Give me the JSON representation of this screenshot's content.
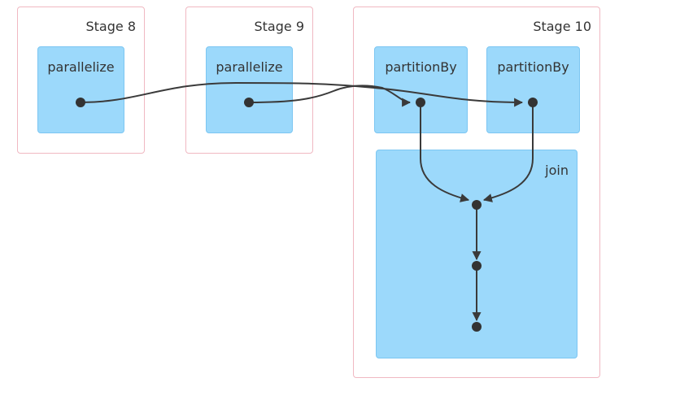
{
  "stages": [
    {
      "label": "Stage 8",
      "operations": [
        "parallelize"
      ]
    },
    {
      "label": "Stage 9",
      "operations": [
        "parallelize"
      ]
    },
    {
      "label": "Stage 10",
      "operations": [
        "partitionBy",
        "partitionBy",
        "join"
      ]
    }
  ],
  "colors": {
    "stage_border": "#f0b8c2",
    "rdd_fill": "#9cd9fb",
    "rdd_border": "#7cc6f2",
    "edge": "#3a3a3a",
    "node": "#333333"
  }
}
